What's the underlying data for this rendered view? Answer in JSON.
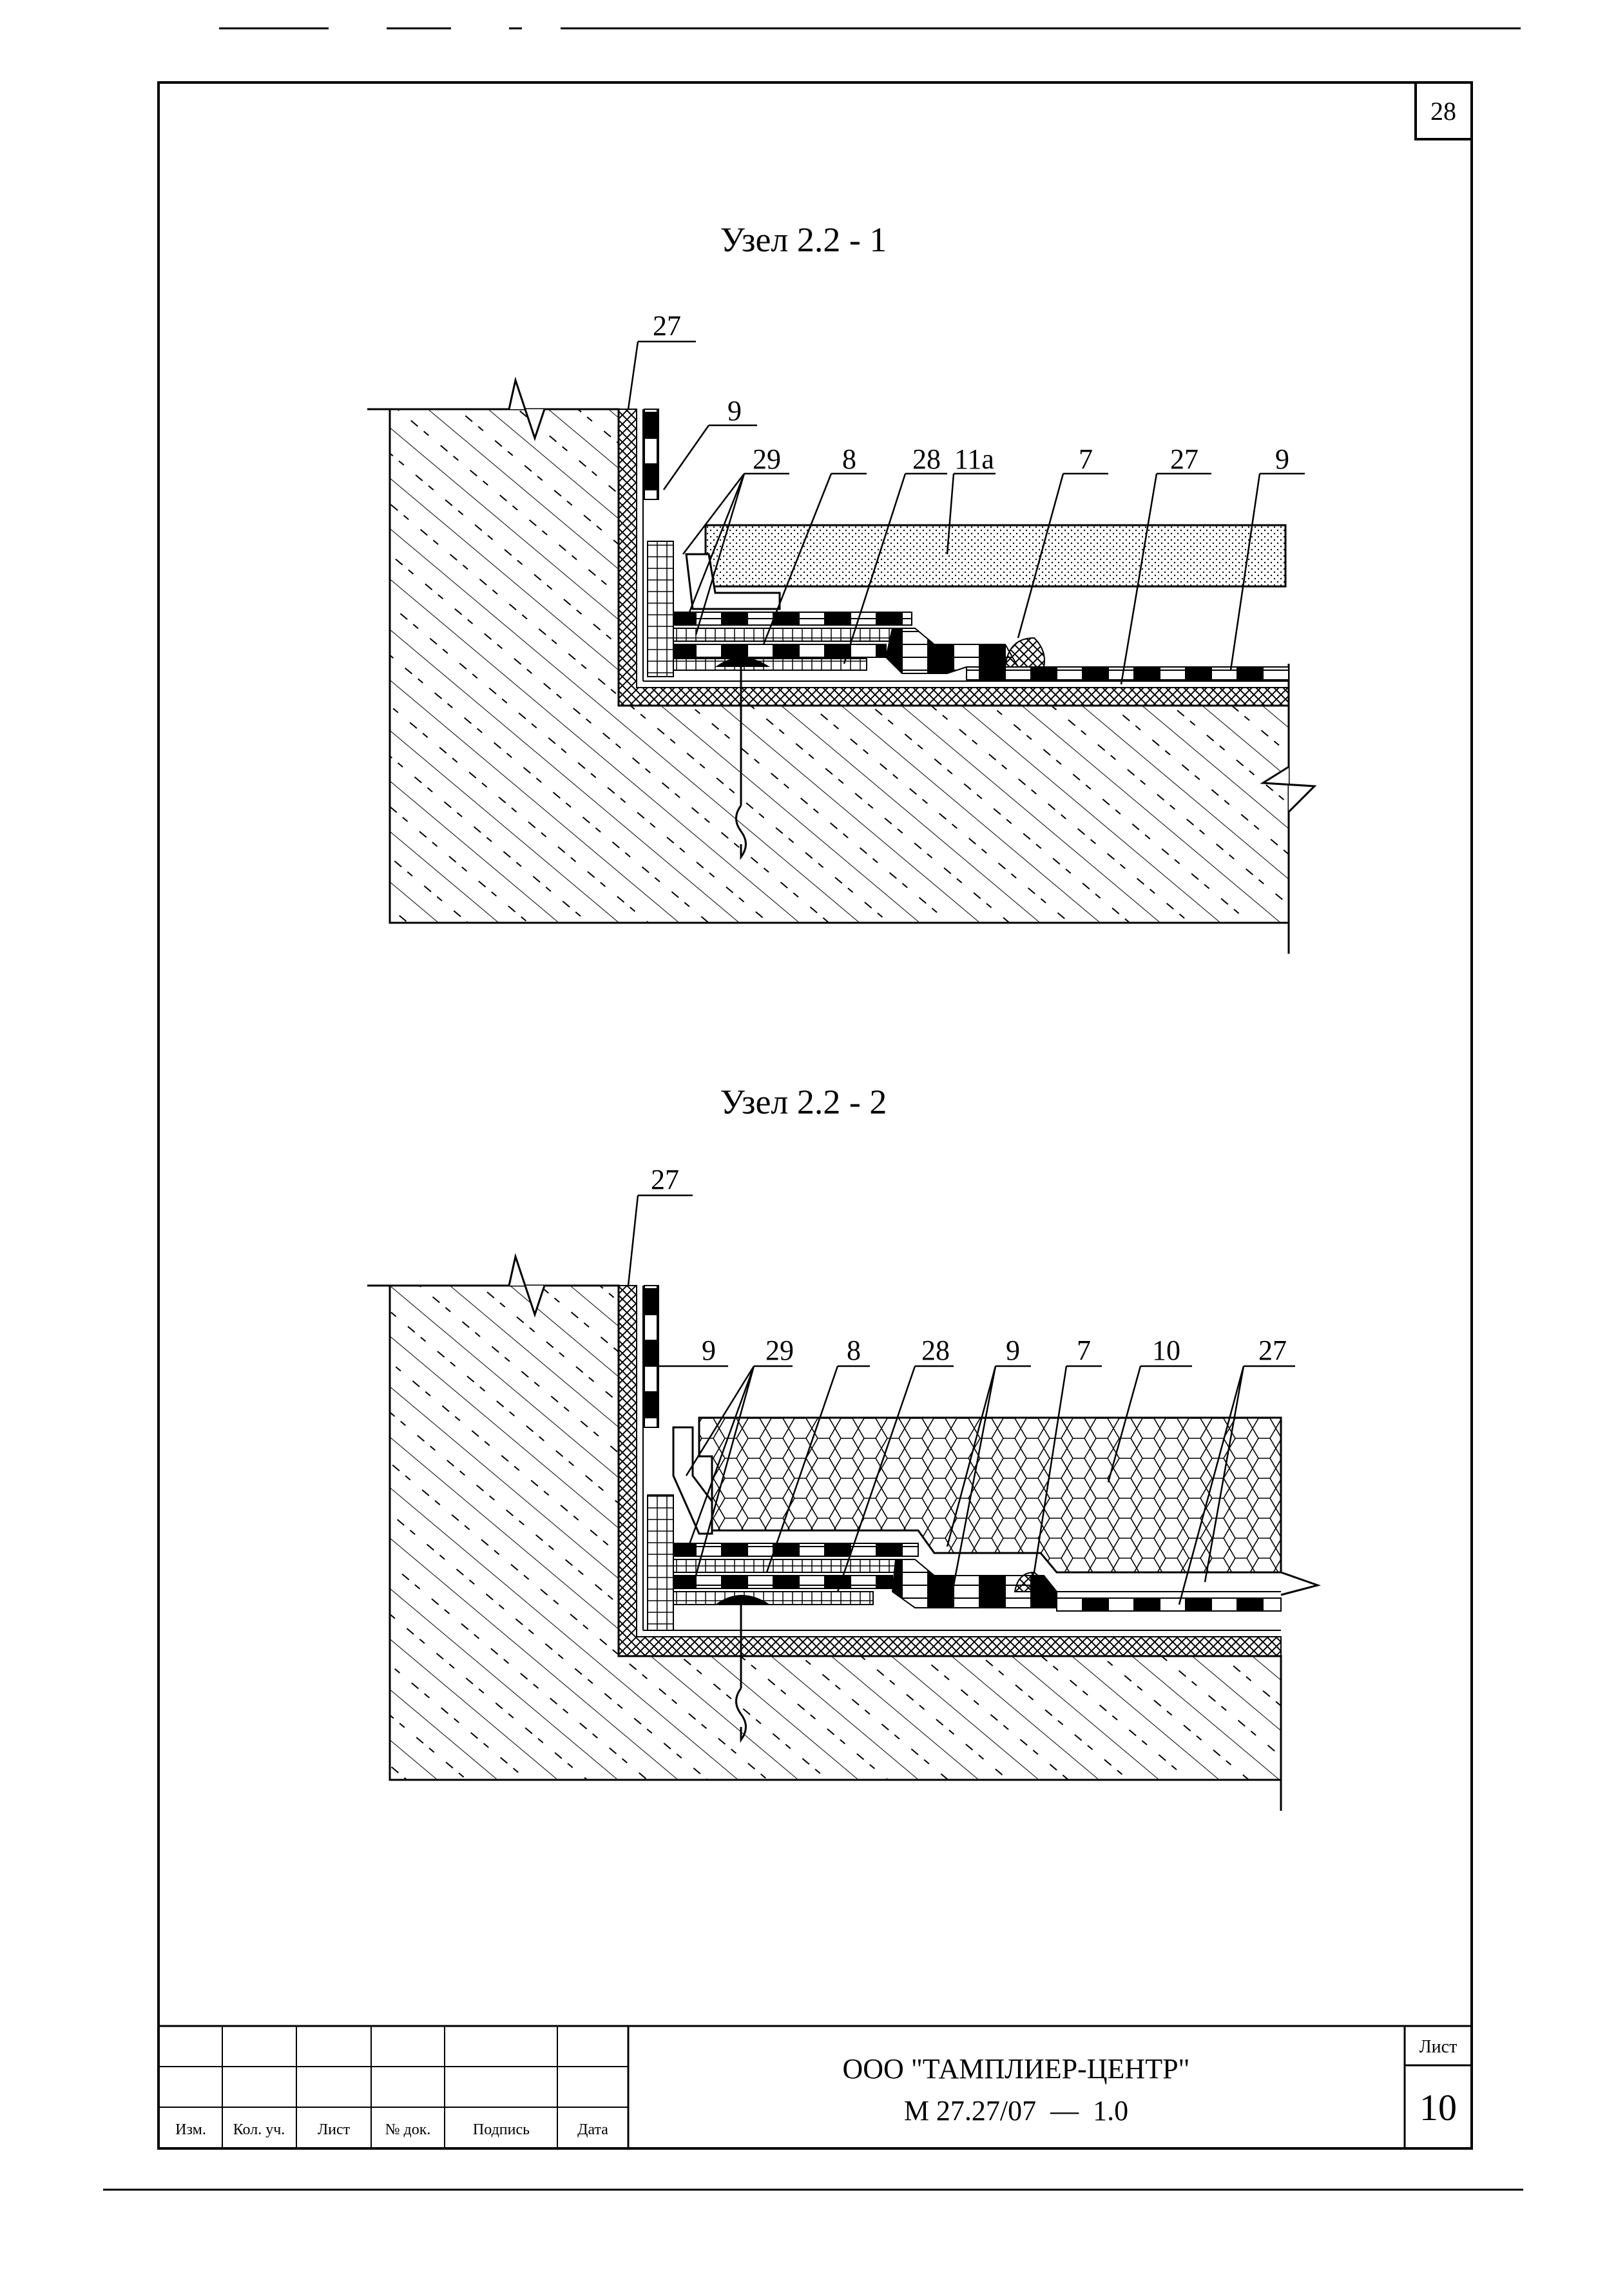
{
  "page_number": "28",
  "detail1": {
    "title": "Узел 2.2 - 1",
    "callouts": [
      "27",
      "9",
      "29",
      "8",
      "28",
      "11а",
      "7",
      "27",
      "9"
    ]
  },
  "detail2": {
    "title": "Узел 2.2 - 2",
    "callouts": [
      "27",
      "9",
      "29",
      "8",
      "28",
      "9",
      "7",
      "10",
      "27"
    ]
  },
  "title_block": {
    "company": "ООО \"ТАМПЛИЕР-ЦЕНТР\"",
    "doc_code": "М 27.27/07  —  1.0",
    "sheet_label": "Лист",
    "sheet_number": "10",
    "columns": [
      "Изм.",
      "Кол. уч.",
      "Лист",
      "№ док.",
      "Подпись",
      "Дата"
    ]
  },
  "colors": {
    "ink": "#000000",
    "paper": "#ffffff",
    "insulation_fill": "#eeeeee"
  }
}
